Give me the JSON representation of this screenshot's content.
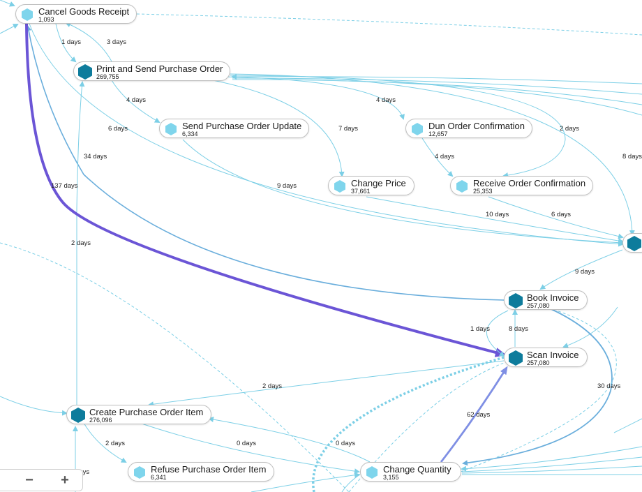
{
  "colors": {
    "edge": "#7ccfe6",
    "edge_dark": "#6aaedc",
    "edge_violet": "#6b55d6",
    "edge_blueviolet": "#7f8fe4",
    "hex_light": "#7fd5ec",
    "hex_dark": "#0e7c9c"
  },
  "nodes": [
    {
      "id": "cancel-goods-receipt",
      "name": "Cancel Goods Receipt",
      "count": "1,093",
      "icon": "hexagon-light-icon"
    },
    {
      "id": "print-send-po",
      "name": "Print and Send Purchase Order",
      "count": "269,755",
      "icon": "hexagon-dark-icon"
    },
    {
      "id": "send-po-update",
      "name": "Send Purchase Order Update",
      "count": "6,334",
      "icon": "hexagon-light-icon"
    },
    {
      "id": "dun-order-confirmation",
      "name": "Dun Order Confirmation",
      "count": "12,657",
      "icon": "hexagon-light-icon"
    },
    {
      "id": "change-price",
      "name": "Change Price",
      "count": "37,661",
      "icon": "hexagon-light-icon"
    },
    {
      "id": "receive-order-confirmation",
      "name": "Receive Order Confirmation",
      "count": "25,353",
      "icon": "hexagon-light-icon"
    },
    {
      "id": "book-invoice",
      "name": "Book Invoice",
      "count": "257,080",
      "icon": "hexagon-dark-icon"
    },
    {
      "id": "scan-invoice",
      "name": "Scan Invoice",
      "count": "257,080",
      "icon": "hexagon-dark-icon"
    },
    {
      "id": "create-po-item",
      "name": "Create Purchase Order Item",
      "count": "276,096",
      "icon": "hexagon-dark-icon"
    },
    {
      "id": "refuse-po-item",
      "name": "Refuse Purchase Order Item",
      "count": "6,341",
      "icon": "hexagon-light-icon"
    },
    {
      "id": "change-quantity",
      "name": "Change Quantity",
      "count": "3,155",
      "icon": "hexagon-light-icon"
    },
    {
      "id": "offscreen-right",
      "name": "",
      "count": "",
      "icon": "hexagon-dark-icon"
    }
  ],
  "edge_labels": [
    {
      "id": "e1",
      "text": "1 days"
    },
    {
      "id": "e2",
      "text": "3 days"
    },
    {
      "id": "e3",
      "text": "4 days"
    },
    {
      "id": "e4",
      "text": "6 days"
    },
    {
      "id": "e5",
      "text": "34 days"
    },
    {
      "id": "e6",
      "text": "137 days"
    },
    {
      "id": "e7",
      "text": "2 days"
    },
    {
      "id": "e8",
      "text": "7 days"
    },
    {
      "id": "e9",
      "text": "4 days"
    },
    {
      "id": "e10",
      "text": "4 days"
    },
    {
      "id": "e11",
      "text": "2 days"
    },
    {
      "id": "e12",
      "text": "8 days"
    },
    {
      "id": "e13",
      "text": "9 days"
    },
    {
      "id": "e14",
      "text": "10 days"
    },
    {
      "id": "e15",
      "text": "6 days"
    },
    {
      "id": "e16",
      "text": "9 days"
    },
    {
      "id": "e17",
      "text": "1 days"
    },
    {
      "id": "e18",
      "text": "8 days"
    },
    {
      "id": "e19",
      "text": "2 days"
    },
    {
      "id": "e20",
      "text": "30 days"
    },
    {
      "id": "e21",
      "text": "62 days"
    },
    {
      "id": "e22",
      "text": "2 days"
    },
    {
      "id": "e23",
      "text": "0 days"
    },
    {
      "id": "e24",
      "text": "0 days"
    },
    {
      "id": "e25",
      "text": "days"
    }
  ],
  "zoom": {
    "out_label": "−",
    "in_label": "+"
  }
}
